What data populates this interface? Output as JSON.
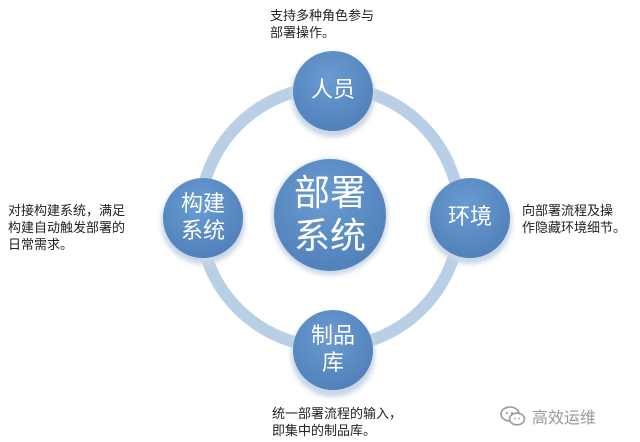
{
  "diagram": {
    "center": {
      "label_lines": [
        "部署",
        "系统"
      ]
    },
    "nodes": {
      "top": {
        "label": "人员"
      },
      "right": {
        "label": "环境"
      },
      "bottom": {
        "label_lines": [
          "制品",
          "库"
        ]
      },
      "left": {
        "label_lines": [
          "构建",
          "系统"
        ]
      }
    },
    "descriptions": {
      "top": "支持多种角色参与\n部署操作。",
      "right": "向部署流程及操\n作隐藏环境细节。",
      "bottom": "统一部署流程的输入，\n即集中的制品库。",
      "left": "对接构建系统，满足\n构建自动触发部署的\n日常需求。"
    },
    "colors": {
      "ring": "#b8cfe6",
      "node": "#5b8cc4",
      "node_shadow": "#c9d6e6",
      "text_on_node": "#ffffff"
    }
  },
  "watermark": {
    "icon": "wechat-icon",
    "text": "高效运维"
  }
}
